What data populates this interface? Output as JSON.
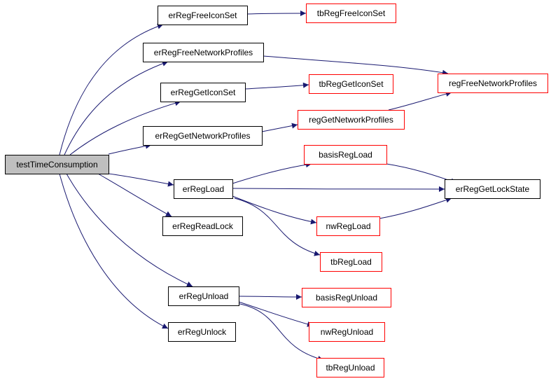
{
  "graph": {
    "nodes": [
      {
        "id": "testTimeConsumption",
        "label": "testTimeConsumption",
        "kind": "root"
      },
      {
        "id": "erRegFreeIconSet",
        "label": "erRegFreeIconSet",
        "kind": "normal"
      },
      {
        "id": "tbRegFreeIconSet",
        "label": "tbRegFreeIconSet",
        "kind": "external"
      },
      {
        "id": "erRegFreeNetworkProfiles",
        "label": "erRegFreeNetworkProfiles",
        "kind": "normal"
      },
      {
        "id": "regFreeNetworkProfiles",
        "label": "regFreeNetworkProfiles",
        "kind": "external"
      },
      {
        "id": "erRegGetIconSet",
        "label": "erRegGetIconSet",
        "kind": "normal"
      },
      {
        "id": "tbRegGetIconSet",
        "label": "tbRegGetIconSet",
        "kind": "external"
      },
      {
        "id": "erRegGetNetworkProfiles",
        "label": "erRegGetNetworkProfiles",
        "kind": "normal"
      },
      {
        "id": "regGetNetworkProfiles",
        "label": "regGetNetworkProfiles",
        "kind": "external"
      },
      {
        "id": "erRegLoad",
        "label": "erRegLoad",
        "kind": "normal"
      },
      {
        "id": "basisRegLoad",
        "label": "basisRegLoad",
        "kind": "external"
      },
      {
        "id": "erRegGetLockState",
        "label": "erRegGetLockState",
        "kind": "normal"
      },
      {
        "id": "nwRegLoad",
        "label": "nwRegLoad",
        "kind": "external"
      },
      {
        "id": "tbRegLoad",
        "label": "tbRegLoad",
        "kind": "external"
      },
      {
        "id": "erRegReadLock",
        "label": "erRegReadLock",
        "kind": "normal"
      },
      {
        "id": "erRegUnload",
        "label": "erRegUnload",
        "kind": "normal"
      },
      {
        "id": "basisRegUnload",
        "label": "basisRegUnload",
        "kind": "external"
      },
      {
        "id": "nwRegUnload",
        "label": "nwRegUnload",
        "kind": "external"
      },
      {
        "id": "tbRegUnload",
        "label": "tbRegUnload",
        "kind": "external"
      },
      {
        "id": "erRegUnlock",
        "label": "erRegUnlock",
        "kind": "normal"
      }
    ],
    "edges": [
      {
        "from": "testTimeConsumption",
        "to": "erRegFreeIconSet"
      },
      {
        "from": "testTimeConsumption",
        "to": "erRegFreeNetworkProfiles"
      },
      {
        "from": "testTimeConsumption",
        "to": "erRegGetIconSet"
      },
      {
        "from": "testTimeConsumption",
        "to": "erRegGetNetworkProfiles"
      },
      {
        "from": "testTimeConsumption",
        "to": "erRegLoad"
      },
      {
        "from": "testTimeConsumption",
        "to": "erRegReadLock"
      },
      {
        "from": "testTimeConsumption",
        "to": "erRegUnload"
      },
      {
        "from": "testTimeConsumption",
        "to": "erRegUnlock"
      },
      {
        "from": "erRegFreeIconSet",
        "to": "tbRegFreeIconSet"
      },
      {
        "from": "erRegFreeNetworkProfiles",
        "to": "regFreeNetworkProfiles"
      },
      {
        "from": "erRegGetIconSet",
        "to": "tbRegGetIconSet"
      },
      {
        "from": "erRegGetNetworkProfiles",
        "to": "regGetNetworkProfiles"
      },
      {
        "from": "regGetNetworkProfiles",
        "to": "regFreeNetworkProfiles"
      },
      {
        "from": "erRegLoad",
        "to": "basisRegLoad"
      },
      {
        "from": "erRegLoad",
        "to": "erRegGetLockState"
      },
      {
        "from": "erRegLoad",
        "to": "nwRegLoad"
      },
      {
        "from": "erRegLoad",
        "to": "tbRegLoad"
      },
      {
        "from": "basisRegLoad",
        "to": "erRegGetLockState"
      },
      {
        "from": "nwRegLoad",
        "to": "erRegGetLockState"
      },
      {
        "from": "erRegUnload",
        "to": "basisRegUnload"
      },
      {
        "from": "erRegUnload",
        "to": "nwRegUnload"
      },
      {
        "from": "erRegUnload",
        "to": "tbRegUnload"
      }
    ],
    "colors": {
      "root_fill": "#bfbfbf",
      "node_border": "#000000",
      "external_border": "#ff0000",
      "edge": "#191970"
    }
  }
}
